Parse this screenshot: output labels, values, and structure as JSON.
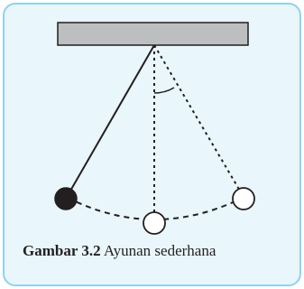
{
  "figure": {
    "caption_label": "Gambar 3.2",
    "caption_text": "Ayunan sederhana"
  },
  "colors": {
    "panel_bg": "#e9f6fb",
    "panel_border": "#8fd3ee",
    "support_fill": "#bcbec0",
    "line": "#231f20",
    "bob_filled": "#231f20",
    "bob_empty": "#ffffff"
  },
  "diagram": {
    "elements": [
      "fixed-support",
      "string",
      "displaced-bob",
      "equilibrium-bob",
      "swing-bob",
      "equilibrium-line",
      "swing-line",
      "swing-arc",
      "angle-arc"
    ]
  }
}
